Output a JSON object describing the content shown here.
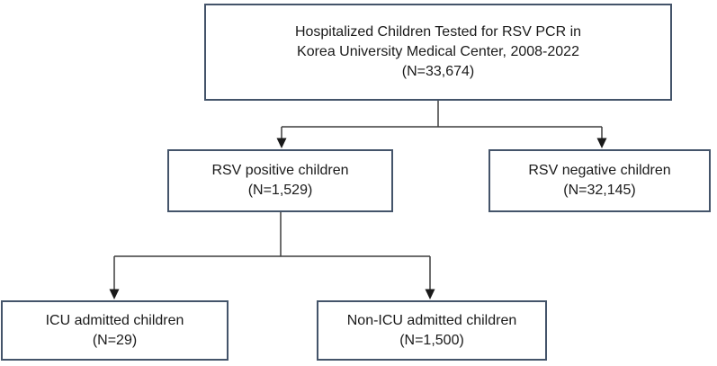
{
  "flowchart": {
    "description": "Study flow diagram of hospitalized children tested for RSV PCR",
    "nodes": {
      "total": {
        "line1": "Hospitalized Children Tested for RSV PCR in",
        "line2": "Korea University Medical Center, 2008-2022",
        "line3": "(N=33,674)",
        "n": 33674
      },
      "rsv_positive": {
        "line1": "RSV positive children",
        "line2": "(N=1,529)",
        "n": 1529
      },
      "rsv_negative": {
        "line1": "RSV negative children",
        "line2": "(N=32,145)",
        "n": 32145
      },
      "icu": {
        "line1": "ICU admitted children",
        "line2": "(N=29)",
        "n": 29
      },
      "non_icu": {
        "line1": "Non-ICU admitted children",
        "line2": "(N=1,500)",
        "n": 1500
      }
    },
    "edges": [
      {
        "from": "total",
        "to": "rsv_positive"
      },
      {
        "from": "total",
        "to": "rsv_negative"
      },
      {
        "from": "rsv_positive",
        "to": "icu"
      },
      {
        "from": "rsv_positive",
        "to": "non_icu"
      }
    ],
    "colors": {
      "box_border": "#44546A",
      "connector": "#3d3d3d",
      "arrowhead": "#1a1a1a",
      "text": "#1a1a1a",
      "background": "#ffffff"
    }
  }
}
